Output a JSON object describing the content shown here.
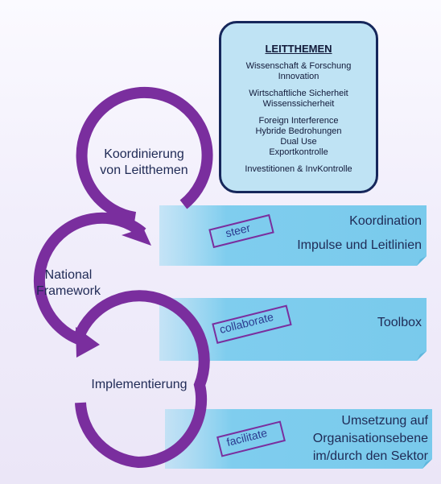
{
  "box": {
    "title": "LEITTHEMEN",
    "groups": [
      [
        "Wissenschaft & Forschung",
        "Innovation"
      ],
      [
        "Wirtschaftliche Sicherheit",
        "Wissenssicherheit"
      ],
      [
        "Foreign Interference",
        "Hybride Bedrohungen",
        "Dual Use",
        "Exportkontrolle"
      ],
      [
        "Investitionen & InvKontrolle"
      ]
    ]
  },
  "circles": {
    "top_line1": "Koordinierung",
    "top_line2": "von Leitthemen",
    "middle_line1": "National",
    "middle_line2": "Framework",
    "bottom": "Implementierung"
  },
  "bands": [
    {
      "tag": "steer",
      "lines": [
        "Koordination",
        "Impulse und Leitlinien"
      ]
    },
    {
      "tag": "collaborate",
      "lines": [
        "Toolbox"
      ]
    },
    {
      "tag": "facilitate",
      "lines": [
        "Umsetzung auf",
        "Organisationsebene",
        "im/durch den Sektor"
      ]
    }
  ],
  "colors": {
    "arc": "#7a2e9e",
    "band": "#7fcdee",
    "box_fill": "#bfe3f4",
    "box_border": "#16275b",
    "tag_border": "#7a2e9e"
  }
}
